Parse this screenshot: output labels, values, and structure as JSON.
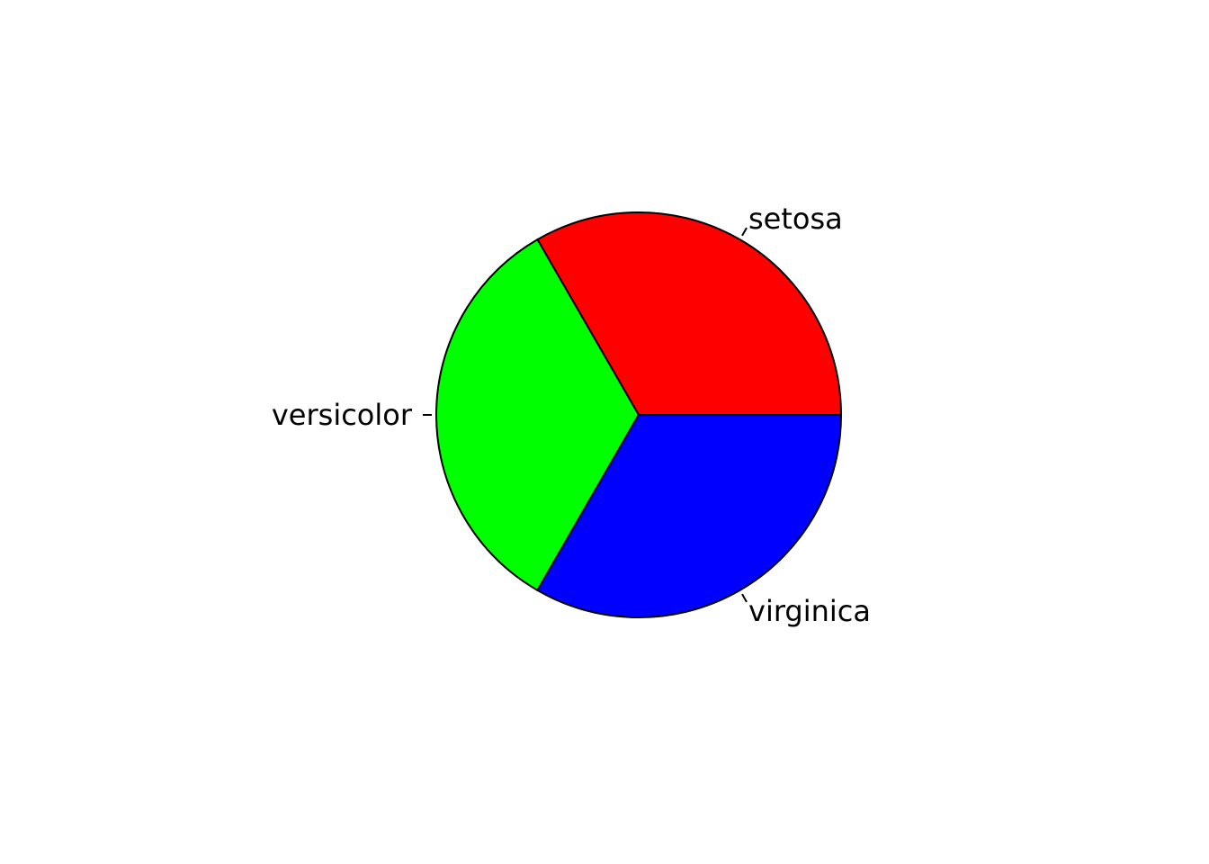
{
  "chart_data": {
    "type": "pie",
    "title": "",
    "categories": [
      "setosa",
      "versicolor",
      "virginica"
    ],
    "values": [
      50,
      50,
      50
    ],
    "colors": [
      "#FF0000",
      "#00FF00",
      "#0000FF"
    ],
    "start_angle_deg": 0,
    "direction": "counterclockwise",
    "legend": "none",
    "labels_outside": true
  }
}
